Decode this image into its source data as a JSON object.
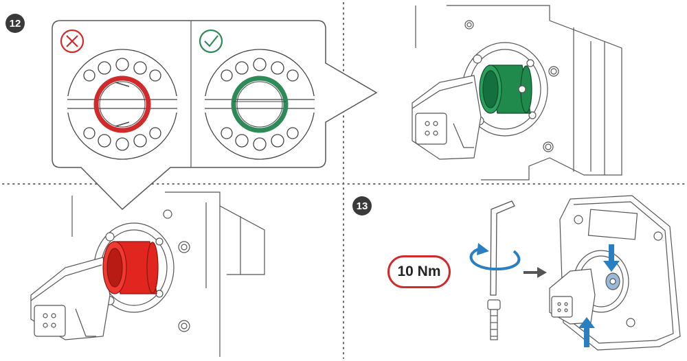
{
  "steps": [
    {
      "number": "12"
    },
    {
      "number": "13"
    }
  ],
  "torque": {
    "label": "10 Nm",
    "color": "#d02a2a"
  },
  "colors": {
    "wrong": "#d02a2a",
    "correct": "#2e8a57",
    "sleeve_red": "#e0261f",
    "sleeve_green": "#1f8a4c",
    "arrow_blue": "#2a7fc1",
    "line": "#444444",
    "badge": "#3a3a3a"
  },
  "icons": {
    "wrong": "cross-circle-icon",
    "correct": "check-circle-icon",
    "rotate": "rotate-arrow-icon",
    "next": "arrow-right-icon",
    "push": "arrow-up-icon"
  }
}
